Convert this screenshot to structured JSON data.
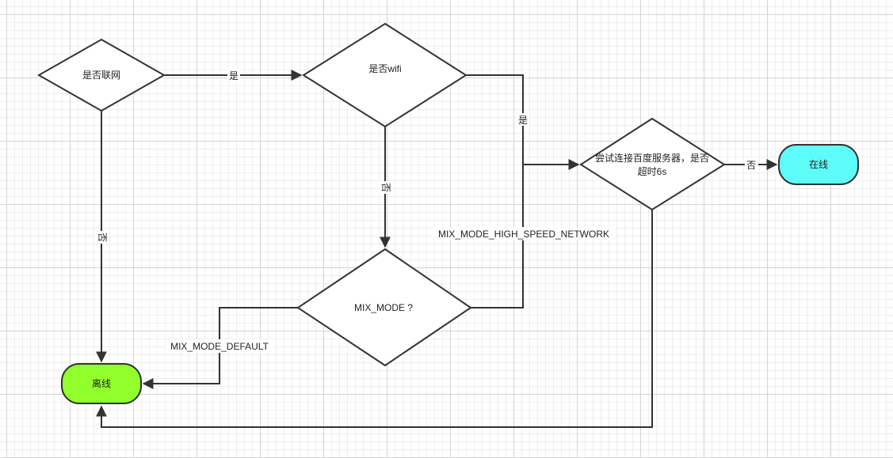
{
  "colors": {
    "stroke": "#333333",
    "diamond_fill": "#ffffff",
    "offline_fill": "#91ff2c",
    "online_fill": "#5dfcf8"
  },
  "nodes": {
    "connected": "是否联网",
    "wifi": "是否wifi",
    "mix_mode": "MIX_MODE ?",
    "baidu_line1": "尝试连接百度服务器，是否",
    "baidu_line2": "超时6s",
    "online": "在线",
    "offline": "离线"
  },
  "edges": {
    "connected_yes": "是",
    "connected_no": "否",
    "wifi_yes": "是",
    "wifi_no": "否",
    "mix_high_speed": "MIX_MODE_HIGH_SPEED_NETWORK",
    "mix_default": "MIX_MODE_DEFAULT",
    "baidu_no": "否"
  }
}
